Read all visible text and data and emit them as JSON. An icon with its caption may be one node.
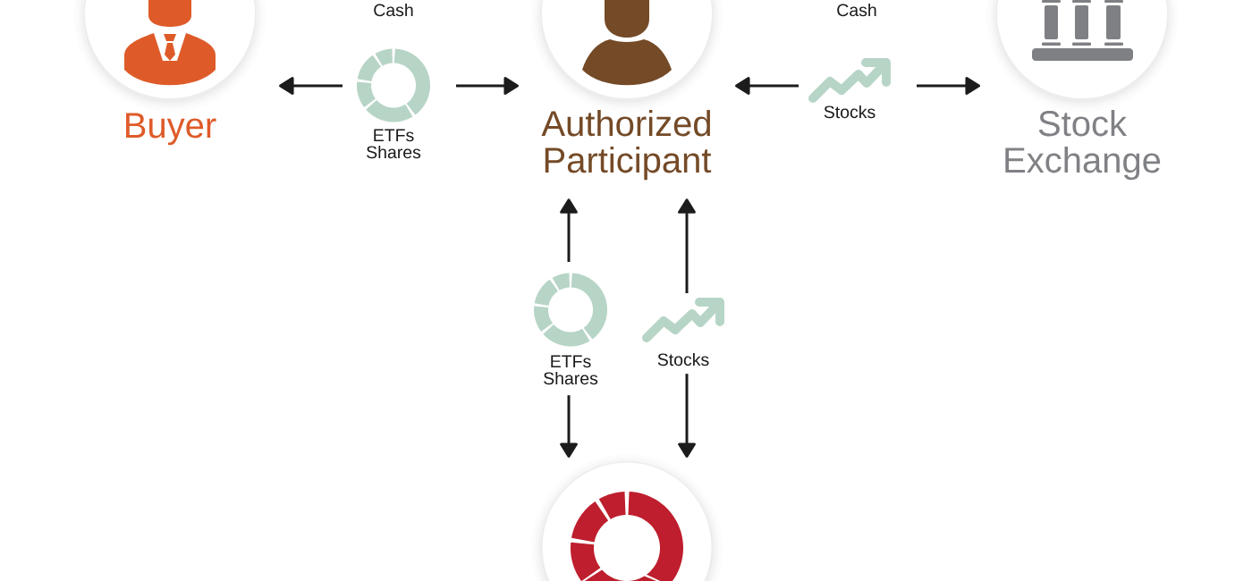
{
  "diagram": {
    "nodes": [
      {
        "text": [
          "Buyer"
        ]
      },
      {
        "text": [
          "ETFs Shares"
        ]
      },
      {
        "text": [
          "Authorized Participant"
        ]
      },
      {
        "text": [
          "Stocks"
        ]
      },
      {
        "text": [
          "Stock Exchange"
        ]
      },
      {
        "text": [
          "ETFs Shares"
        ]
      },
      {
        "text": [
          "Stocks"
        ]
      },
      {
        "text": [],
        "shape": "circle"
      }
    ],
    "edges": [
      {
        "from": 1,
        "to": 0,
        "arrow": "to"
      },
      {
        "from": 1,
        "to": 2,
        "arrow": "to"
      },
      {
        "from": 3,
        "to": 2,
        "arrow": "to"
      },
      {
        "from": 3,
        "to": 4,
        "arrow": "to"
      },
      {
        "from": 5,
        "to": 2,
        "arrow": "to"
      },
      {
        "from": 5,
        "to": 7,
        "arrow": "to"
      },
      {
        "from": 6,
        "to": 2,
        "arrow": "to"
      },
      {
        "from": 6,
        "to": 7,
        "arrow": "to"
      }
    ],
    "labels": [
      "Cash",
      "Cash"
    ]
  }
}
